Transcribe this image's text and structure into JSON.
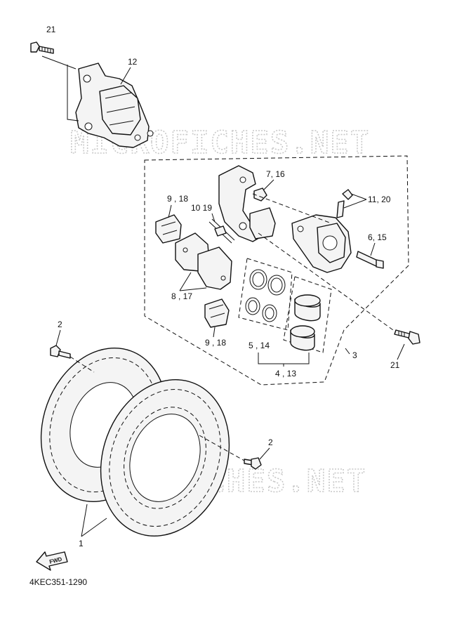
{
  "watermark": "MICROFICHES.NET",
  "diagram_code": "4KEC351-1290",
  "fwd_label": "FWD",
  "callouts": {
    "bolt_top": "21",
    "caliper_top": "12",
    "bleed_screw": "7, 16",
    "pad_shim_upper": "9 , 18",
    "pad_clip": "10  19",
    "bleed_cap": "11, 20",
    "caliper_bolt": "6, 15",
    "pads": "8 , 17",
    "pad_shim_lower": "9 , 18",
    "seal_kit": "5 , 14",
    "piston_kit": "4 , 13",
    "caliper_assy": "3",
    "bolt_right": "21",
    "disc_bolt_left": "2",
    "disc_bolt_right": "2",
    "disc": "1"
  }
}
